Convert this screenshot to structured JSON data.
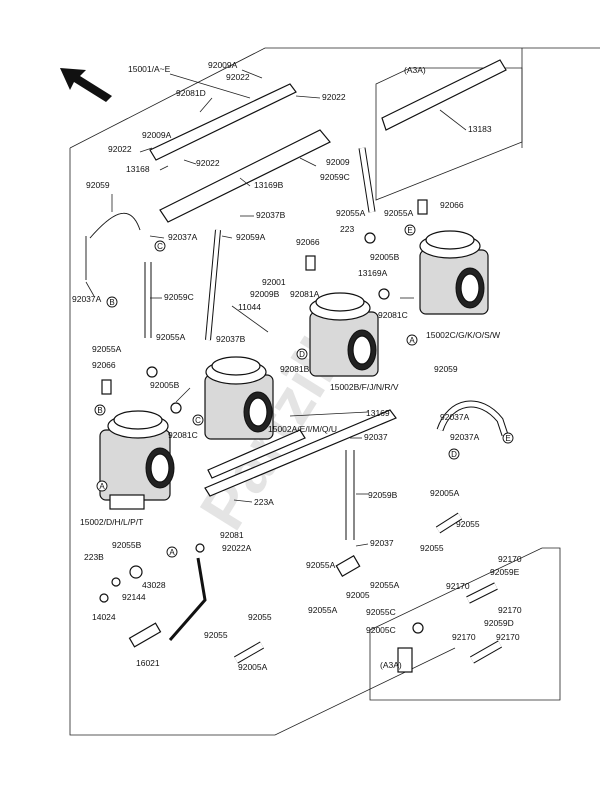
{
  "watermark": "Partzilla",
  "frame_labels": {
    "top_right_group": "(A3A)",
    "bottom_right_group": "(A3A)"
  },
  "callouts": [
    {
      "id": "c1",
      "text": "15001/A~E"
    },
    {
      "id": "c2",
      "text": "92009A"
    },
    {
      "id": "c3",
      "text": "92022"
    },
    {
      "id": "c4",
      "text": "92081D"
    },
    {
      "id": "c5",
      "text": "92022"
    },
    {
      "id": "c6",
      "text": "92009A"
    },
    {
      "id": "c7",
      "text": "92022"
    },
    {
      "id": "c8",
      "text": "92022"
    },
    {
      "id": "c9",
      "text": "13168"
    },
    {
      "id": "c10",
      "text": "92009"
    },
    {
      "id": "c11",
      "text": "92059C"
    },
    {
      "id": "c12",
      "text": "13169B"
    },
    {
      "id": "c13",
      "text": "13183"
    },
    {
      "id": "c14",
      "text": "92059"
    },
    {
      "id": "c15",
      "text": "92037A"
    },
    {
      "id": "c16",
      "text": "92037B"
    },
    {
      "id": "c17",
      "text": "92059A"
    },
    {
      "id": "c18",
      "text": "92055A"
    },
    {
      "id": "c19",
      "text": "92055A"
    },
    {
      "id": "c20",
      "text": "92066"
    },
    {
      "id": "c21",
      "text": "223"
    },
    {
      "id": "c22",
      "text": "92066"
    },
    {
      "id": "c23",
      "text": "92005B"
    },
    {
      "id": "c24",
      "text": "13169A"
    },
    {
      "id": "c25",
      "text": "92037A"
    },
    {
      "id": "c26",
      "text": "92059C"
    },
    {
      "id": "c27",
      "text": "92001"
    },
    {
      "id": "c28",
      "text": "92009B"
    },
    {
      "id": "c29",
      "text": "92081A"
    },
    {
      "id": "c30",
      "text": "11044"
    },
    {
      "id": "c31",
      "text": "92081C"
    },
    {
      "id": "c32",
      "text": "15002C/G/K/O/S/W"
    },
    {
      "id": "c33",
      "text": "92055A"
    },
    {
      "id": "c34",
      "text": "92037B"
    },
    {
      "id": "c35",
      "text": "92055A"
    },
    {
      "id": "c36",
      "text": "92081B"
    },
    {
      "id": "c37",
      "text": "15002B/F/J/N/R/V"
    },
    {
      "id": "c38",
      "text": "92066"
    },
    {
      "id": "c39",
      "text": "92005B"
    },
    {
      "id": "c40",
      "text": "92059"
    },
    {
      "id": "c41",
      "text": "13169"
    },
    {
      "id": "c42",
      "text": "92081C"
    },
    {
      "id": "c43",
      "text": "15002A/E/I/M/Q/U"
    },
    {
      "id": "c44",
      "text": "92037A"
    },
    {
      "id": "c45",
      "text": "92037A"
    },
    {
      "id": "c46",
      "text": "92037"
    },
    {
      "id": "c47",
      "text": "92059B"
    },
    {
      "id": "c48",
      "text": "92005A"
    },
    {
      "id": "c49",
      "text": "15002/D/H/L/P/T"
    },
    {
      "id": "c50",
      "text": "223A"
    },
    {
      "id": "c51",
      "text": "92055"
    },
    {
      "id": "c52",
      "text": "92081"
    },
    {
      "id": "c53",
      "text": "92022A"
    },
    {
      "id": "c54",
      "text": "92055"
    },
    {
      "id": "c55",
      "text": "92037"
    },
    {
      "id": "c56",
      "text": "223B"
    },
    {
      "id": "c57",
      "text": "92055B"
    },
    {
      "id": "c58",
      "text": "43028"
    },
    {
      "id": "c59",
      "text": "92055A"
    },
    {
      "id": "c60",
      "text": "92055A"
    },
    {
      "id": "c61",
      "text": "92005"
    },
    {
      "id": "c62",
      "text": "92170"
    },
    {
      "id": "c63",
      "text": "92059E"
    },
    {
      "id": "c64",
      "text": "92170"
    },
    {
      "id": "c65",
      "text": "92144"
    },
    {
      "id": "c66",
      "text": "14024"
    },
    {
      "id": "c67",
      "text": "92055A"
    },
    {
      "id": "c68",
      "text": "92055C"
    },
    {
      "id": "c69",
      "text": "92170"
    },
    {
      "id": "c70",
      "text": "92005C"
    },
    {
      "id": "c71",
      "text": "92059D"
    },
    {
      "id": "c72",
      "text": "92170"
    },
    {
      "id": "c73",
      "text": "92170"
    },
    {
      "id": "c74",
      "text": "92055"
    },
    {
      "id": "c75",
      "text": "16021"
    },
    {
      "id": "c76",
      "text": "92005A"
    },
    {
      "id": "c77",
      "text": "92055"
    }
  ],
  "ref_markers": [
    {
      "id": "m1",
      "text": "C"
    },
    {
      "id": "m2",
      "text": "B"
    },
    {
      "id": "m3",
      "text": "E"
    },
    {
      "id": "m4",
      "text": "D"
    },
    {
      "id": "m5",
      "text": "A"
    },
    {
      "id": "m6",
      "text": "B"
    },
    {
      "id": "m7",
      "text": "C"
    },
    {
      "id": "m8",
      "text": "A"
    },
    {
      "id": "m9",
      "text": "E"
    },
    {
      "id": "m10",
      "text": "D"
    },
    {
      "id": "m11",
      "text": "A"
    }
  ]
}
